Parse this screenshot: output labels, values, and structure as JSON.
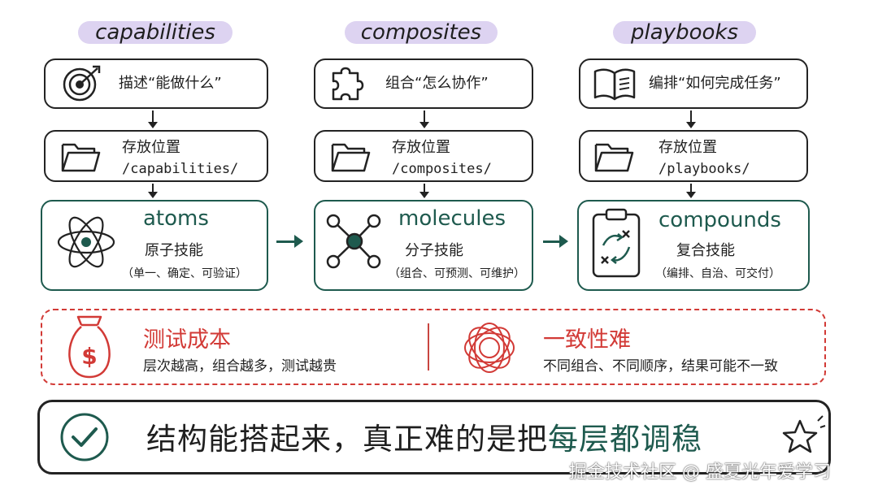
{
  "columns": [
    {
      "label": "capabilities",
      "describe": "描述“能做什么”",
      "location_title": "存放位置",
      "location_path": "/capabilities/",
      "name": "atoms",
      "cn_name": "原子技能",
      "traits": "（单一、确定、可验证）"
    },
    {
      "label": "composites",
      "describe": "组合“怎么协作”",
      "location_title": "存放位置",
      "location_path": "/composites/",
      "name": "molecules",
      "cn_name": "分子技能",
      "traits": "（组合、可预测、可维护）"
    },
    {
      "label": "playbooks",
      "describe": "编排“如何完成任务”",
      "location_title": "存放位置",
      "location_path": "/playbooks/",
      "name": "compounds",
      "cn_name": "复合技能",
      "traits": "（编排、自治、可交付）"
    }
  ],
  "challenges": {
    "cost_title": "测试成本",
    "cost_desc": "层次越高，组合越多，测试越贵",
    "consistency_title": "一致性难",
    "consistency_desc": "不同组合、不同顺序，结果可能不一致"
  },
  "conclusion": {
    "text_main": "结构能搭起来，真正难的是把",
    "text_highlight": "每层都调稳"
  },
  "watermark": "掘金技术社区 @ 盛夏光年爱学习",
  "colors": {
    "green": "#1e5a4e",
    "red": "#d23a36",
    "lavender": "#ddd3f1"
  }
}
